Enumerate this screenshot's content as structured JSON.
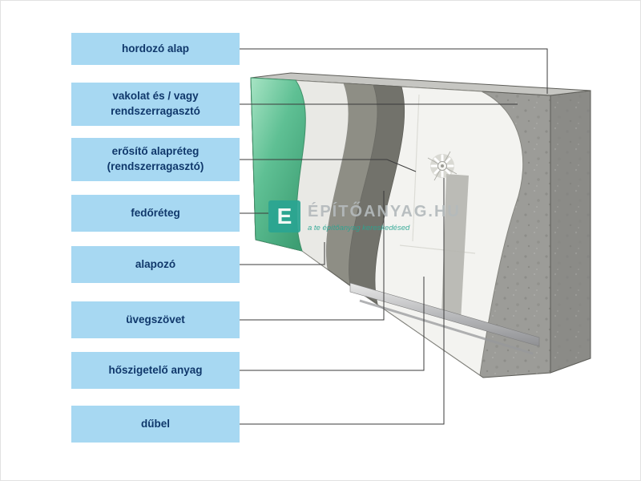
{
  "labels": [
    {
      "text": "hordozó alap"
    },
    {
      "text": "vakolat és / vagy\nrendszerragasztó"
    },
    {
      "text": "erősítő alapréteg\n(rendszerragasztó)"
    },
    {
      "text": "fedőréteg"
    },
    {
      "text": "alapozó"
    },
    {
      "text": "üvegszövet"
    },
    {
      "text": "hőszigetelő anyag"
    },
    {
      "text": "dűbel"
    }
  ],
  "watermark": {
    "logo_letter": "E",
    "brand": "ÉPÍTŐANYAG.HU",
    "tagline": "a te építőanyag kereskedésed"
  },
  "illustration": {
    "layers": [
      "green-top-coat",
      "primer-band",
      "base-coat-band",
      "adhesive-band",
      "insulation-boards",
      "concrete-wall",
      "dowel",
      "base-rail-profile"
    ]
  },
  "colors": {
    "label_bg": "#a7d8f2",
    "label_text": "#10386b",
    "leader_line": "#3b3b3b",
    "green_layer": "#57bb8f",
    "insulation_white": "#f3f3f0",
    "concrete_gray": "#9c9c98",
    "watermark_teal": "#2aa592",
    "watermark_gray": "#b4babc"
  }
}
